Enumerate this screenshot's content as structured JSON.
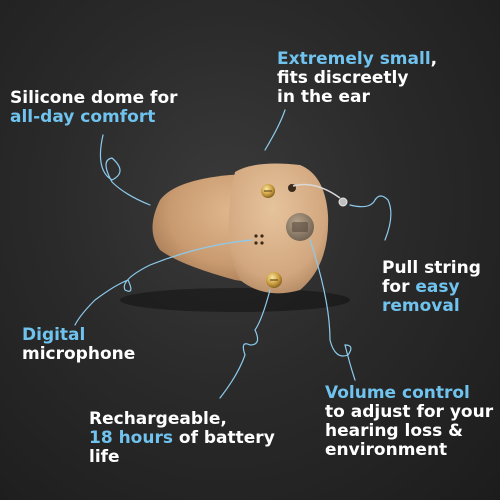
{
  "colors": {
    "background": "#262626",
    "text": "#ffffff",
    "highlight": "#6fc3ee",
    "device_body": "#d2a77f",
    "leader_line": "#8ccbee"
  },
  "callouts": {
    "small": {
      "line1_highlight": "Extremely small",
      "line1_suffix": ",",
      "line2": "fits discreetly",
      "line3": "in the ear"
    },
    "dome": {
      "line1": "Silicone dome for",
      "line2_highlight": "all-day comfort"
    },
    "pull": {
      "line1": "Pull string",
      "line2_prefix": "for ",
      "line2_highlight": "easy",
      "line3_highlight": "removal"
    },
    "mic": {
      "line1_highlight": "Digital",
      "line2": "microphone"
    },
    "battery": {
      "line1": "Rechargeable,",
      "line2_highlight": "18 hours",
      "line2_suffix": " of battery",
      "line3": "life"
    },
    "volume": {
      "line1_highlight": "Volume control",
      "line2": "to adjust for your",
      "line3": "hearing loss &",
      "line4": "environment"
    }
  },
  "device": {
    "icon": "hearing-aid-icon"
  }
}
